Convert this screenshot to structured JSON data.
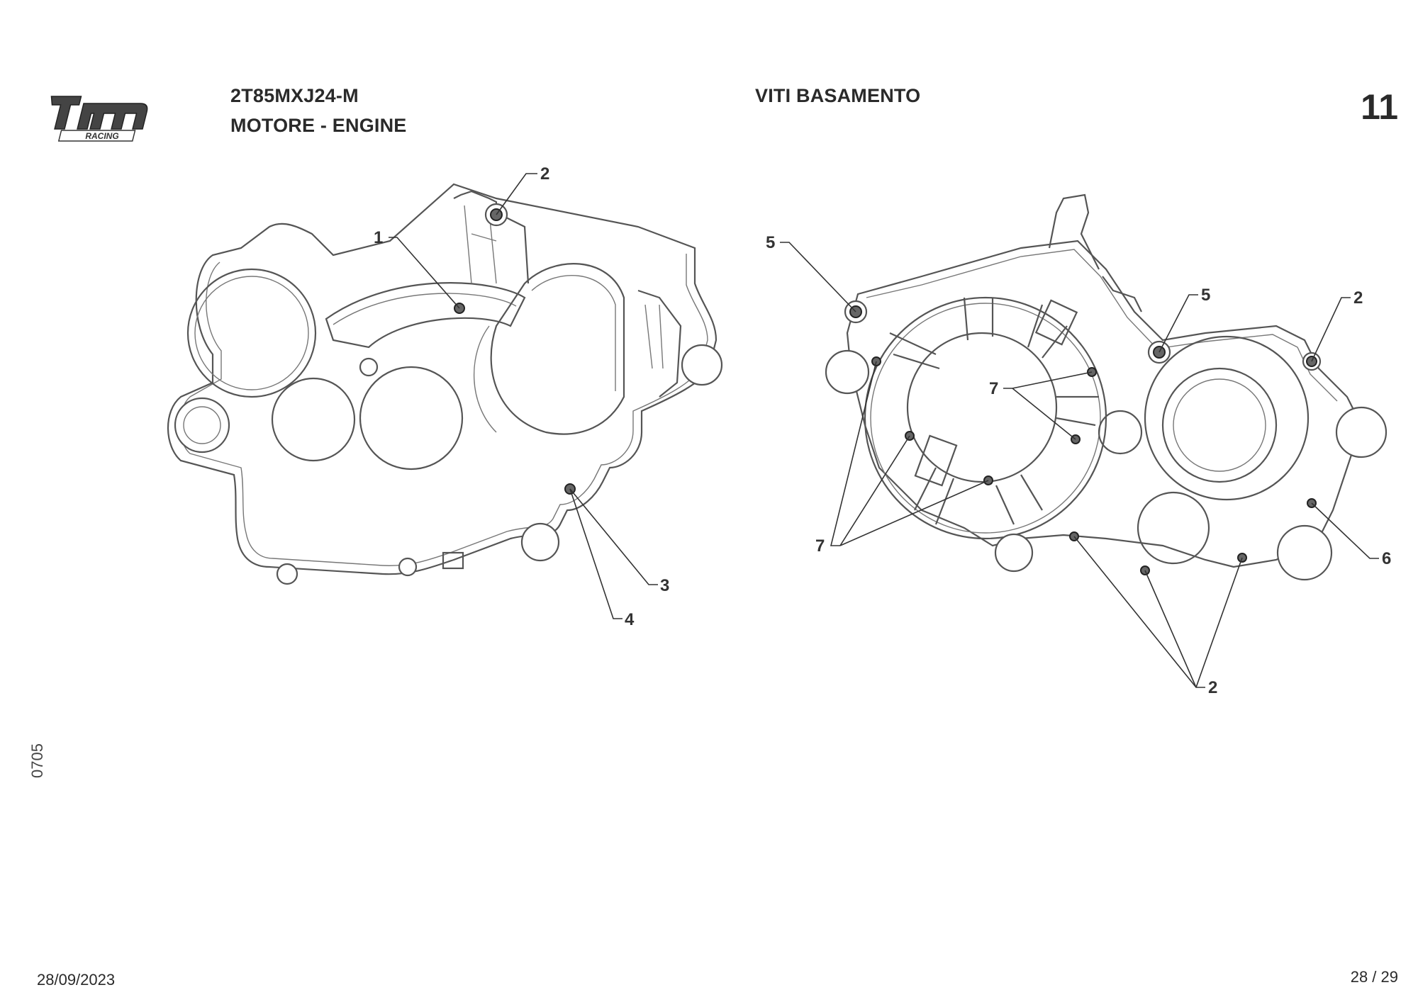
{
  "header": {
    "model_code": "2T85MXJ24-M",
    "section_title": "MOTORE - ENGINE",
    "group_title": "VITI BASAMENTO",
    "table_number": "11"
  },
  "logo": {
    "brand": "tm",
    "tagline": "RACING"
  },
  "side_code": "0705",
  "footer": {
    "date": "28/09/2023",
    "page": "28 / 29"
  },
  "callouts": {
    "left": {
      "c1": "1",
      "c2": "2",
      "c3": "3",
      "c4": "4"
    },
    "right": {
      "c5a": "5",
      "c5b": "5",
      "c2a": "2",
      "c7a": "7",
      "c7b": "7",
      "c6": "6",
      "c2b": "2"
    }
  },
  "colors": {
    "ink": "#2a2a2a",
    "line": "#555555"
  }
}
